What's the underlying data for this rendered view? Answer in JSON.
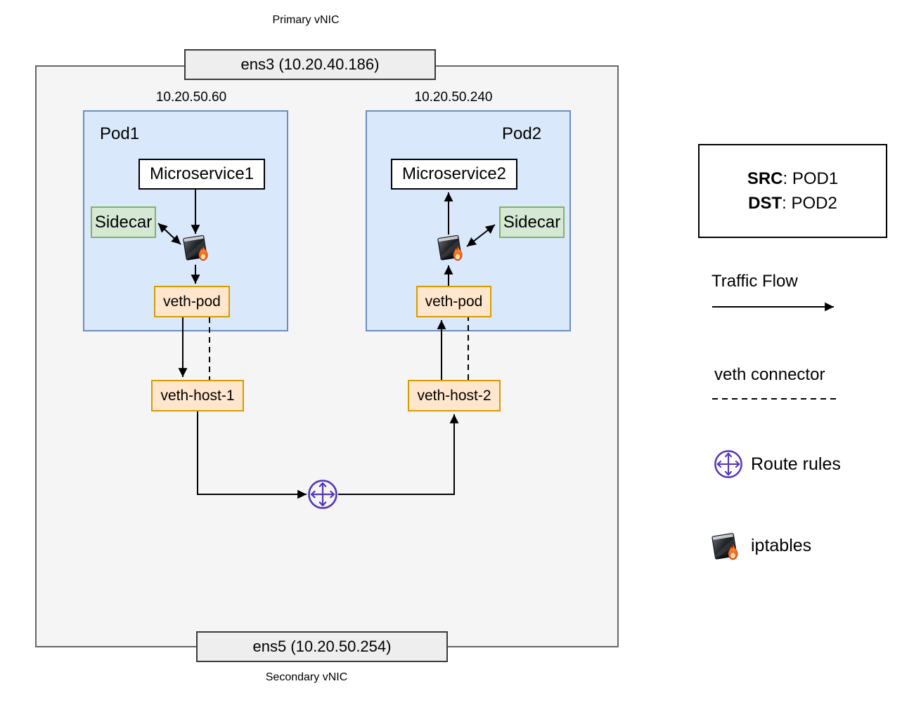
{
  "title_labels": {
    "primary_vnic": "Primary vNIC",
    "secondary_vnic": "Secondary vNIC"
  },
  "nics": {
    "ens3": "ens3 (10.20.40.186)",
    "ens5": "ens5 (10.20.50.254)"
  },
  "pod1": {
    "ip": "10.20.50.60",
    "title": "Pod1",
    "microservice": "Microservice1",
    "sidecar": "Sidecar",
    "veth_pod": "veth-pod"
  },
  "pod2": {
    "ip": "10.20.50.240",
    "title": "Pod2",
    "microservice": "Microservice2",
    "sidecar": "Sidecar",
    "veth_pod": "veth-pod"
  },
  "host": {
    "veth_host_1": "veth-host-1",
    "veth_host_2": "veth-host-2"
  },
  "legend": {
    "src_label": "SRC",
    "src_value": ": POD1",
    "dst_label": "DST",
    "dst_value": ": POD2",
    "traffic_flow": "Traffic Flow",
    "veth_connector": "veth connector",
    "route_rules": "Route rules",
    "iptables": "iptables"
  },
  "icons": {
    "iptables_icon": "firewall-with-flame",
    "route_icon": "circle-with-four-arrows"
  },
  "colors": {
    "pod_fill": "#dae8fc",
    "pod_border": "#6c8ebf",
    "sidecar_fill": "#d5e8d4",
    "sidecar_border": "#82b366",
    "veth_fill": "#ffe6cc",
    "veth_border": "#d79b00",
    "nic_fill": "#eeeeee",
    "nic_border": "#3b3b3b",
    "host_fill": "#f5f5f5",
    "host_border": "#666666",
    "route_purple": "#5634b8",
    "flame_orange": "#f4711f",
    "line_color": "#000000"
  }
}
